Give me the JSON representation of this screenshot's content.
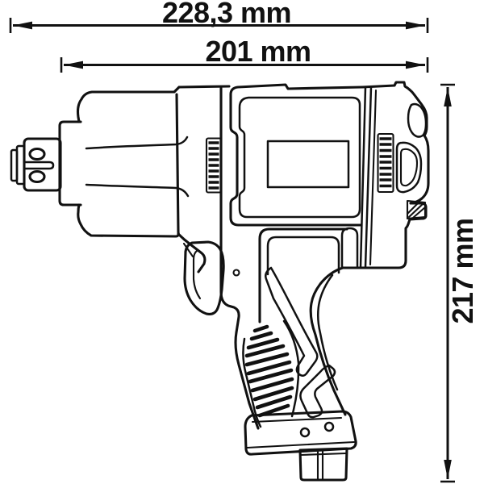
{
  "diagram": {
    "subject": "impact wrench side view technical drawing",
    "dimensions": {
      "overall_length": "228,3 mm",
      "housing_length": "201 mm",
      "overall_height": "217 mm"
    },
    "colors": {
      "line": "#111111",
      "background": "#ffffff"
    }
  }
}
